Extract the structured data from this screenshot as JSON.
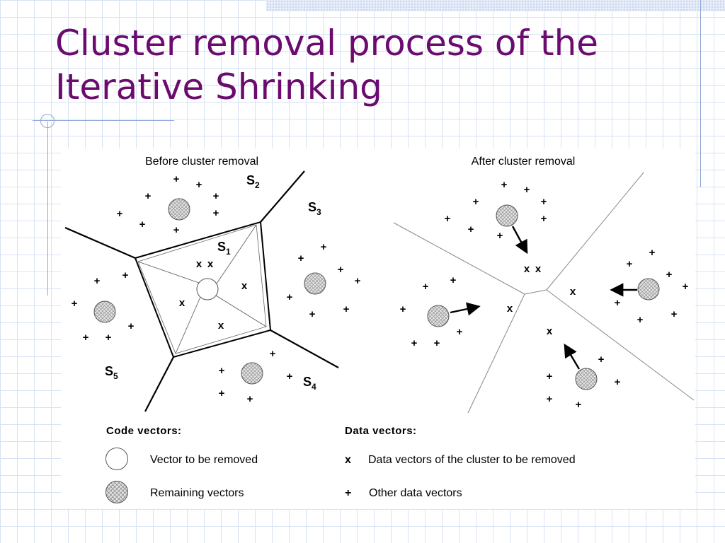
{
  "title": "Cluster removal process of the Iterative Shrinking",
  "before": {
    "caption": "Before cluster removal",
    "region_labels": [
      {
        "base": "S",
        "sub": "2"
      },
      {
        "base": "S",
        "sub": "3"
      },
      {
        "base": "S",
        "sub": "1"
      },
      {
        "base": "S",
        "sub": "5"
      },
      {
        "base": "S",
        "sub": "4"
      }
    ]
  },
  "after": {
    "caption": "After cluster removal"
  },
  "symbols": {
    "removed_data": "x",
    "other_data": "+"
  },
  "legend": {
    "code_vectors_heading": "Code vectors:",
    "data_vectors_heading": "Data vectors:",
    "vector_to_be_removed": "Vector to be removed",
    "remaining_vectors": "Remaining vectors",
    "removed_symbol": "x",
    "removed_description": "Data vectors of the cluster to be removed",
    "other_symbol": "+",
    "other_description": "Other data vectors"
  },
  "colors": {
    "title": "#6b0a6f",
    "grid": "#d7e2f4"
  }
}
